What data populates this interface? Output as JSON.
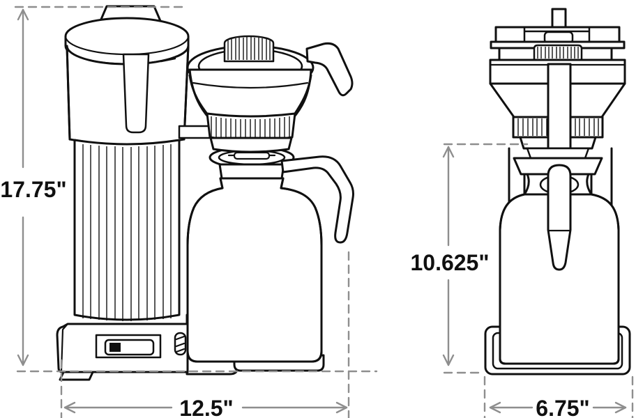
{
  "colors": {
    "ink": "#101010",
    "dim": "#8e8e8e",
    "background": "#ffffff"
  },
  "views": {
    "front": {
      "height_label": "17.75\"",
      "width_label": "12.5\""
    },
    "side": {
      "height_label": "10.625\"",
      "width_label": "6.75\""
    }
  }
}
